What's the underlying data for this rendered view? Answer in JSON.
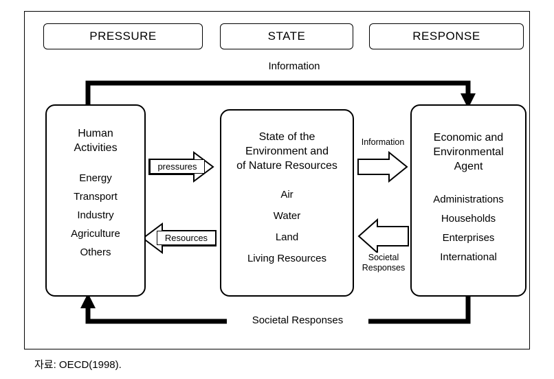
{
  "diagram": {
    "headers": [
      {
        "id": "pressure",
        "label": "PRESSURE"
      },
      {
        "id": "state",
        "label": "STATE"
      },
      {
        "id": "response",
        "label": "RESPONSE"
      }
    ],
    "boxes": [
      {
        "id": "human",
        "title": "Human\nActivities",
        "items": "Energy\nTransport\nIndustry\nAgriculture\nOthers"
      },
      {
        "id": "state",
        "title": "State of the\nEnvironment and\nof Nature Resources",
        "items": "Air\nWater\nLand\nLiving Resources"
      },
      {
        "id": "agent",
        "title": "Economic and\nEnvironmental\nAgent",
        "items": "Administrations\nHouseholds\nEnterprises\nInternational"
      }
    ],
    "flow_labels": {
      "information_top": "Information",
      "information_mid": "Information",
      "societal_responses_bottom": "Societal Responses",
      "societal_responses_mid": "Societal\nResponses",
      "pressures": "pressures",
      "resources": "Resources"
    },
    "caption": "자료: OECD(1998)."
  }
}
